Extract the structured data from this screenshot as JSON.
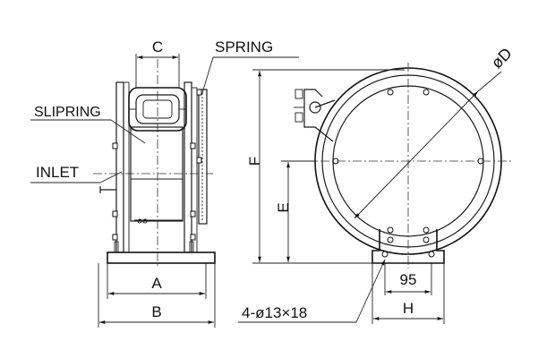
{
  "labels": {
    "spring": "SPRING",
    "slipring": "SLIPRING",
    "inlet": "INLET",
    "dim_c": "C",
    "dim_a": "A",
    "dim_b": "B",
    "dim_f": "F",
    "dim_e": "E",
    "dim_d": "øD",
    "dim_95": "95",
    "dim_h": "H",
    "bolt_note": "4-ø13×18"
  }
}
